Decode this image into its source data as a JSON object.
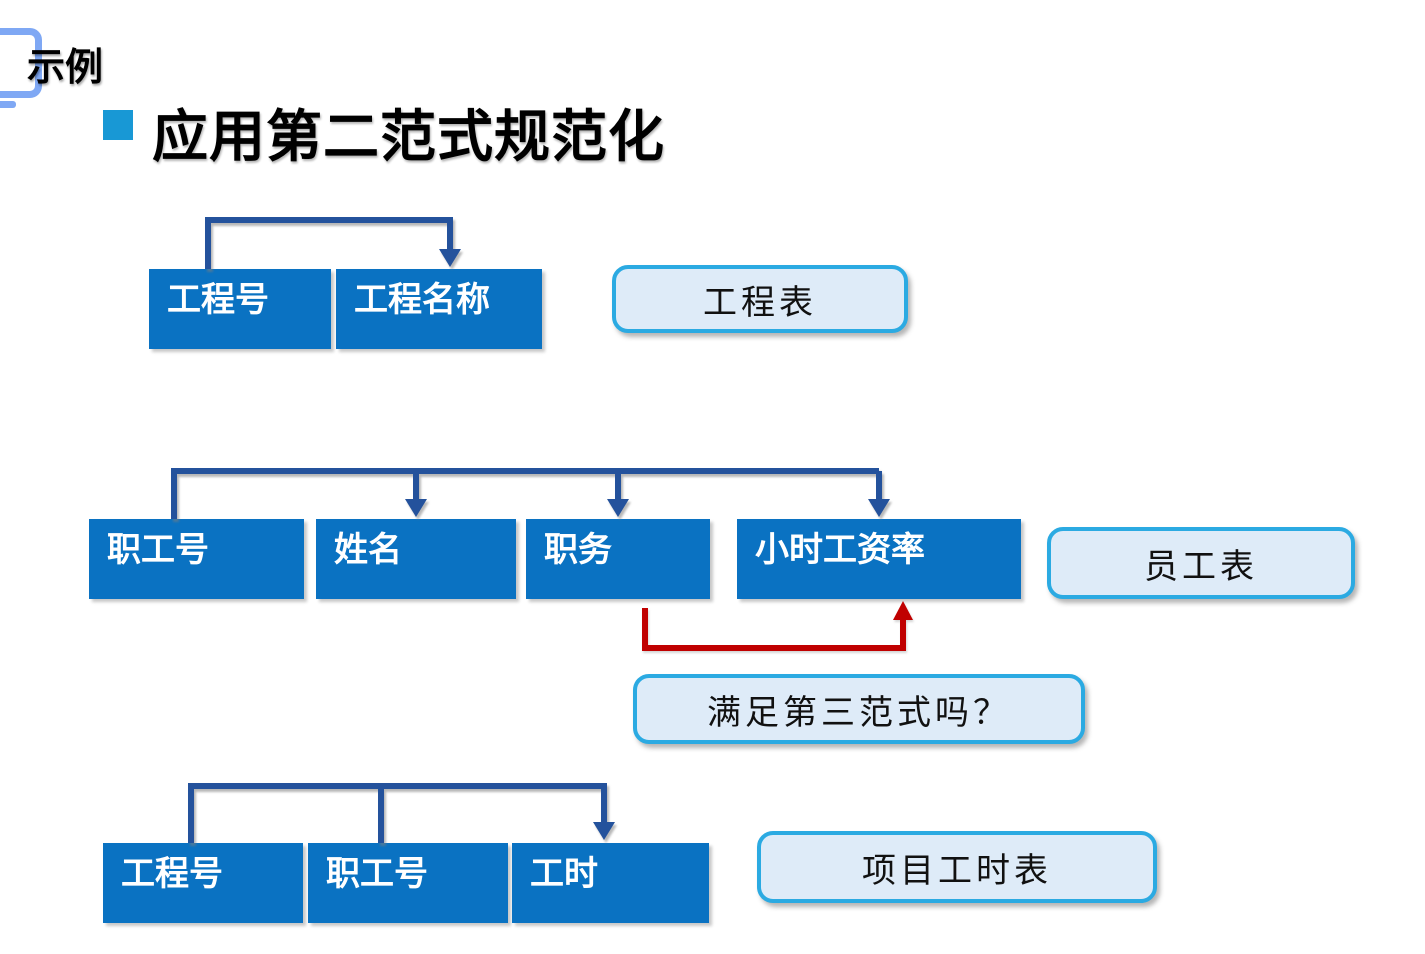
{
  "slide": {
    "tag": "示例",
    "title": "应用第二范式规范化"
  },
  "colors": {
    "cell_fill": "#0A72C2",
    "cell_text": "#FFFFFF",
    "arrow_navy": "#24529C",
    "arrow_red": "#C00000",
    "callout_fill": "#DEEBF8",
    "callout_border": "#2BAAE2",
    "callout_text": "#111111",
    "bullet": "#1898D5",
    "corner": "#7FA8F4",
    "title_text": "#000000"
  },
  "tables": [
    {
      "name": "工程表",
      "fields": [
        "工程号",
        "工程名称"
      ],
      "dependencies": [
        {
          "from": "工程号",
          "to": [
            "工程名称"
          ],
          "color": "#24529C"
        }
      ]
    },
    {
      "name": "员工表",
      "fields": [
        "职工号",
        "姓名",
        "职务",
        "小时工资率"
      ],
      "note": "满足第三范式吗？",
      "dependencies": [
        {
          "from": "职工号",
          "to": [
            "姓名",
            "职务",
            "小时工资率"
          ],
          "color": "#24529C"
        },
        {
          "from": "职务",
          "to": [
            "小时工资率"
          ],
          "color": "#C00000"
        }
      ]
    },
    {
      "name": "项目工时表",
      "fields": [
        "工程号",
        "职工号",
        "工时"
      ],
      "dependencies": [
        {
          "from": "工程号+职工号",
          "to": [
            "工时"
          ],
          "color": "#24529C"
        }
      ]
    }
  ]
}
